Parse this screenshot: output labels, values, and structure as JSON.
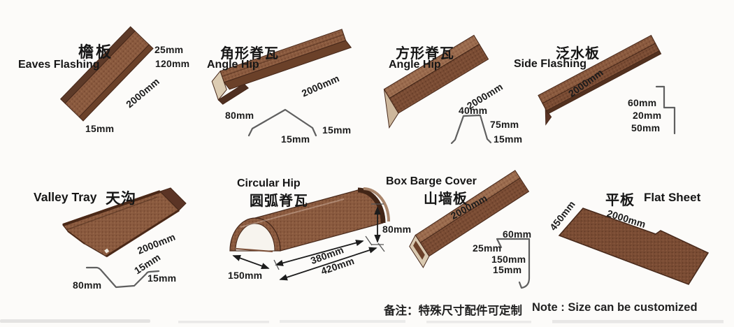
{
  "page": {
    "background": "#fcfbf9"
  },
  "note": {
    "cn": "备注：特殊尺寸配件可定制",
    "en": "Note : Size can be customized"
  },
  "colors": {
    "product_face": "#8a5a3f",
    "product_dark": "#5b3526",
    "product_cut_face": "#d7c6ac",
    "outline": "#46281a",
    "profile_line": "#5f5f5f",
    "text": "#1b1b1b"
  },
  "panels": [
    {
      "id": "eaves-flashing",
      "title_cn": "檐板",
      "title_en": "Eaves Flashing",
      "dims": {
        "top": "25mm",
        "face": "120mm",
        "length": "2000mm",
        "hem": "15mm"
      }
    },
    {
      "id": "angle-hip",
      "title_cn": "角形脊瓦",
      "title_en": "Angle Hip",
      "dims": {
        "length": "2000mm",
        "width": "80mm",
        "hem_left": "15mm",
        "hem_right": "15mm"
      }
    },
    {
      "id": "square-angle-hip",
      "title_cn": "方形脊瓦",
      "title_en": "Angle Hip",
      "dims": {
        "length": "2000mm",
        "top": "40mm",
        "height": "75mm",
        "hem": "15mm"
      }
    },
    {
      "id": "side-flashing",
      "title_cn": "泛水板",
      "title_en": "Side Flashing",
      "dims": {
        "length": "2000mm",
        "upper": "60mm",
        "step": "20mm",
        "lower": "50mm"
      }
    },
    {
      "id": "valley-tray",
      "title_cn": "天沟",
      "title_en": "Valley Tray",
      "dims": {
        "length": "2000mm",
        "hem_left": "15mm",
        "hem_right": "15mm",
        "bottom": "80mm"
      }
    },
    {
      "id": "circular-hip",
      "title_cn": "圆弧脊瓦",
      "title_en": "Circular Hip",
      "dims": {
        "width": "150mm",
        "inner_length": "380mm",
        "outer_length": "420mm",
        "height": "80mm"
      }
    },
    {
      "id": "box-barge-cover",
      "title_cn": "山墙板",
      "title_en": "Box Barge Cover",
      "dims": {
        "length": "2000mm",
        "top": "60mm",
        "side": "25mm",
        "face": "150mm",
        "hem": "15mm"
      }
    },
    {
      "id": "flat-sheet",
      "title_cn": "平板",
      "title_en": "Flat Sheet",
      "dims": {
        "width": "450mm",
        "length": "2000mm"
      }
    }
  ]
}
